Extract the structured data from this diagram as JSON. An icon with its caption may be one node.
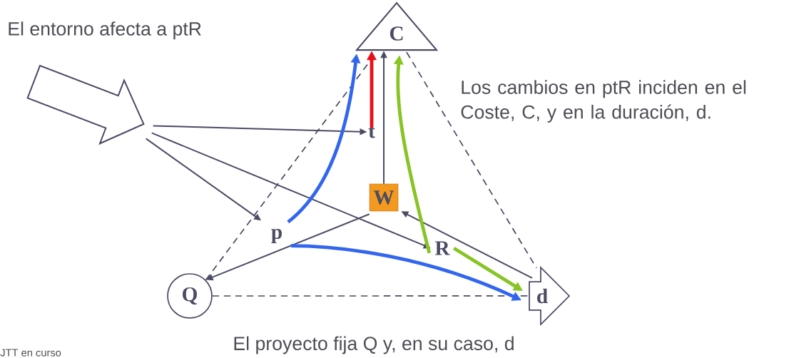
{
  "diagram": {
    "nodes": [
      {
        "text": [
          "C"
        ]
      },
      {
        "text": [
          "t"
        ]
      },
      {
        "text": [
          "W"
        ]
      },
      {
        "text": [
          "p"
        ]
      },
      {
        "text": [
          "R"
        ]
      },
      {
        "text": [
          "Q"
        ]
      },
      {
        "text": [
          "d"
        ]
      },
      {
        "text": [],
        "shape": "arrow",
        "beside": [
          "El entorno afecta a ptR"
        ]
      }
    ],
    "edges": [
      {
        "from": 7,
        "to": 1,
        "arrow": "to"
      },
      {
        "from": 7,
        "to": 4,
        "arrow": "to"
      },
      {
        "from": 7,
        "to": 3,
        "arrow": "to"
      },
      {
        "from": 5,
        "to": 0,
        "arrow": "none",
        "style": "dashed"
      },
      {
        "from": 0,
        "to": 6,
        "arrow": "none",
        "style": "dashed"
      },
      {
        "from": 5,
        "to": 6,
        "arrow": "none",
        "style": "dashed"
      },
      {
        "from": 2,
        "to": 0,
        "arrow": "to"
      },
      {
        "from": 2,
        "to": 5,
        "arrow": "to"
      },
      {
        "from": 6,
        "to": 2,
        "arrow": "to"
      },
      {
        "from": 1,
        "to": 0,
        "arrow": "to",
        "style": "thick",
        "color": "#e8101a"
      },
      {
        "from": 3,
        "to": 0,
        "arrow": "to",
        "style": "thick",
        "color": "#3366ee"
      },
      {
        "from": 3,
        "to": 6,
        "arrow": "to",
        "style": "thick",
        "color": "#3366ee"
      },
      {
        "from": 4,
        "to": 0,
        "arrow": "to",
        "style": "thick",
        "color": "#88c425"
      },
      {
        "from": 4,
        "to": 6,
        "arrow": "to",
        "style": "thick",
        "color": "#88c425"
      }
    ],
    "labels": [
      "Los cambios en ptR inciden en el Coste, C, y en la duración, d.",
      "El proyecto fija Q y, en su caso, d",
      "JTT en curso"
    ]
  }
}
